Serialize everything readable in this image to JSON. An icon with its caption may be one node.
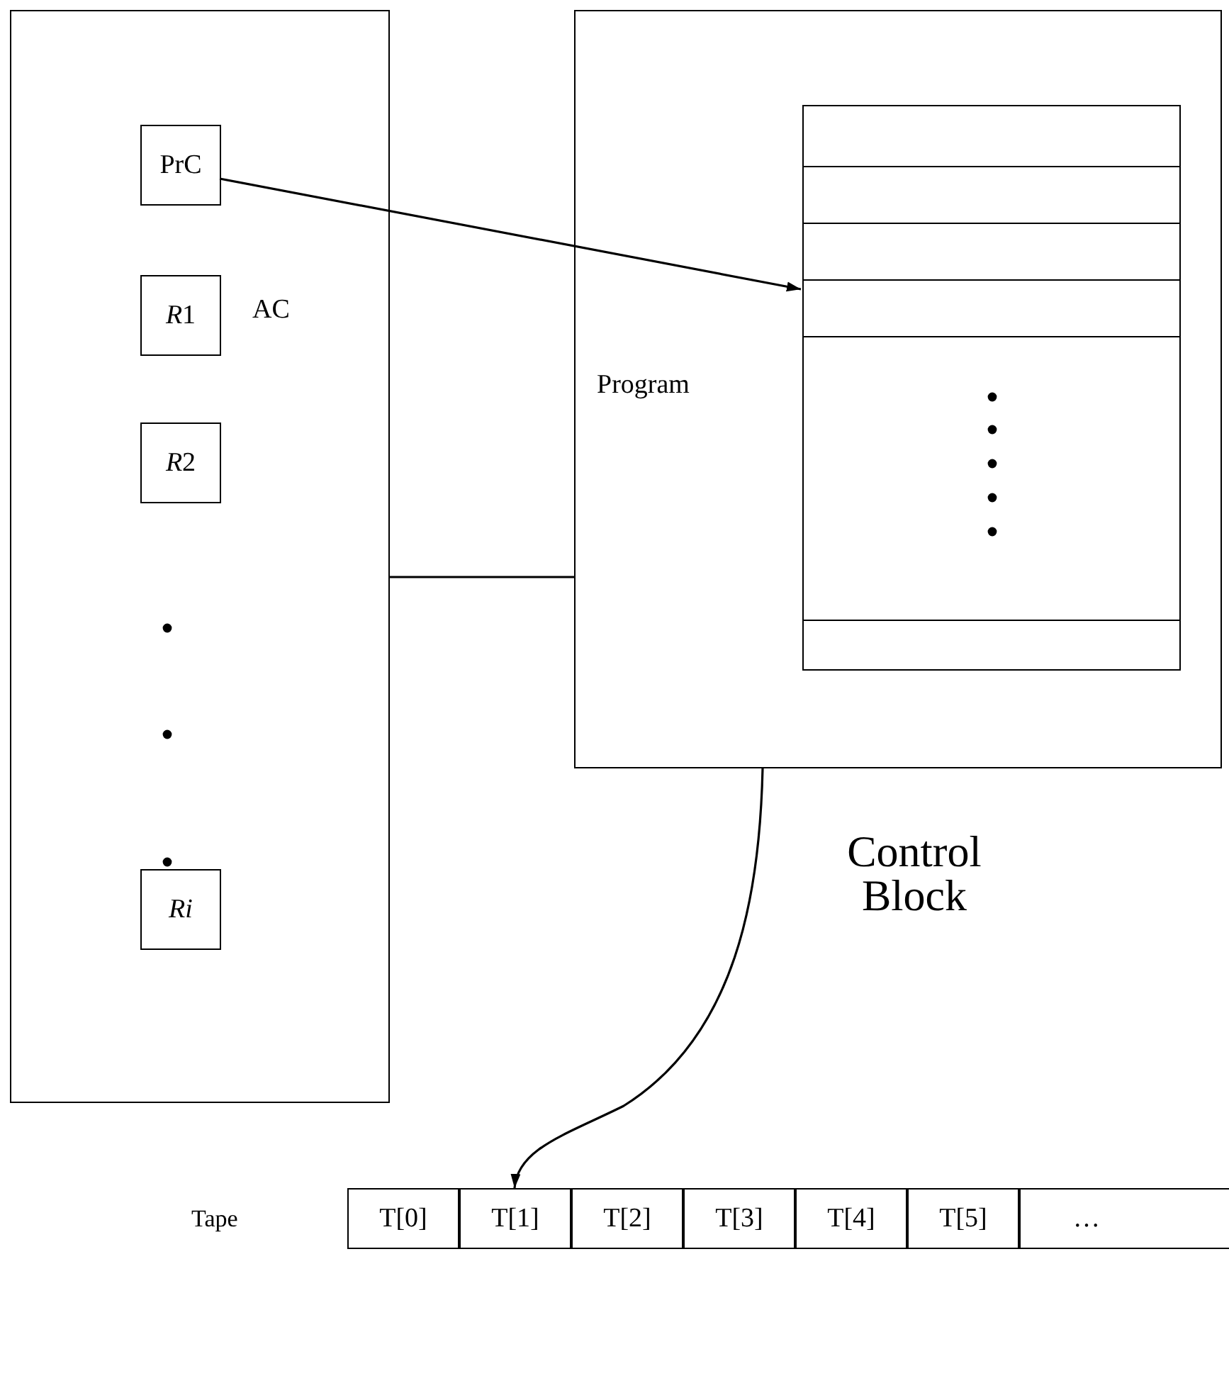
{
  "diagram": {
    "nodes": [
      {
        "text": [],
        "shape": "box"
      },
      {
        "text": [
          "PrC"
        ],
        "in": 0
      },
      {
        "text": [
          "R1"
        ],
        "in": 0,
        "beside": [
          "AC"
        ]
      },
      {
        "text": [
          "R2"
        ],
        "in": 0
      },
      {
        "text": [
          "*Ri*"
        ],
        "in": 0
      },
      {
        "text": [
          "Program"
        ],
        "beside": [
          "Control Block"
        ]
      },
      {
        "text": [],
        "shape": "box",
        "in": 5
      },
      {
        "text": [
          "T[0]"
        ]
      },
      {
        "text": [
          "T[1]"
        ]
      },
      {
        "text": [
          "T[2]"
        ]
      },
      {
        "text": [
          "T[3]"
        ]
      },
      {
        "text": [
          "T[4]"
        ]
      },
      {
        "text": [
          "T[5]"
        ]
      },
      {
        "text": [
          "…"
        ]
      }
    ],
    "edges": [
      {
        "from": 1,
        "to": 6,
        "arrow": "to"
      },
      {
        "from": 0,
        "to": 5,
        "arrow": "none"
      },
      {
        "from": 5,
        "to": 8,
        "arrow": "to"
      }
    ],
    "labels": [
      "Tape"
    ]
  }
}
